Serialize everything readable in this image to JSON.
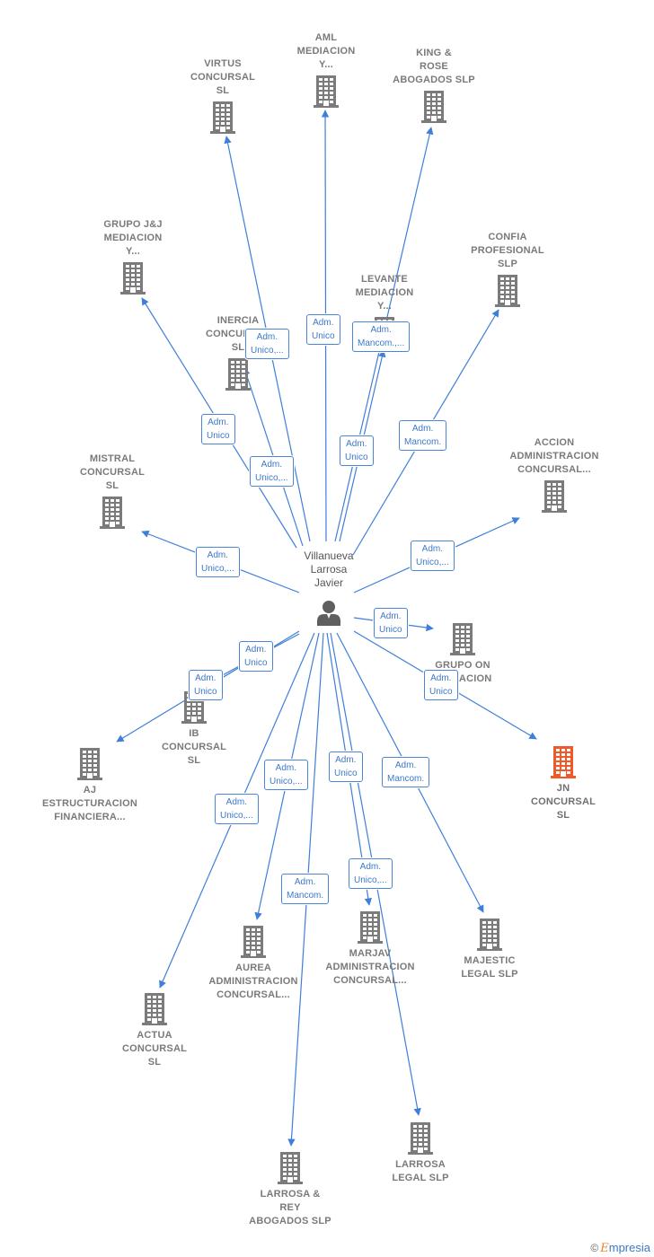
{
  "colors": {
    "edge": "#3f7fd9",
    "building": "#7b7b7b",
    "highlight": "#f05a28",
    "role_text": "#3c78c8"
  },
  "person": {
    "name": "Villanueva\nLarrosa\nJavier",
    "icon": "person-icon"
  },
  "companies": [
    {
      "id": "virtus",
      "name": "VIRTUS\nCONCURSAL\nSL",
      "icon": "building-icon"
    },
    {
      "id": "aml",
      "name": "AML\nMEDIACION\nY...",
      "icon": "building-icon"
    },
    {
      "id": "king",
      "name": "KING &\nROSE\nABOGADOS  SLP",
      "icon": "building-icon"
    },
    {
      "id": "grupojj",
      "name": "GRUPO J&J\nMEDIACION\nY...",
      "icon": "building-icon"
    },
    {
      "id": "confia",
      "name": "CONFIA\nPROFESIONAL\nSLP",
      "icon": "building-icon"
    },
    {
      "id": "levante",
      "name": "LEVANTE\nMEDIACION\nY...",
      "icon": "building-icon"
    },
    {
      "id": "inercia",
      "name": "INERCIA\nCONCURSAL\nSL",
      "icon": "building-icon"
    },
    {
      "id": "accion",
      "name": "ACCION\nADMINISTRACION\nCONCURSAL...",
      "icon": "building-icon"
    },
    {
      "id": "mistral",
      "name": "MISTRAL\nCONCURSAL\nSL",
      "icon": "building-icon"
    },
    {
      "id": "grupoon",
      "name": "GRUPO ON\nMEDIACION",
      "icon": "building-icon"
    },
    {
      "id": "ib",
      "name": "IB\nCONCURSAL\nSL",
      "icon": "building-icon"
    },
    {
      "id": "aj",
      "name": "AJ\nESTRUCTURACION\nFINANCIERA...",
      "icon": "building-icon"
    },
    {
      "id": "jn",
      "name": "JN\nCONCURSAL\nSL",
      "icon": "building-icon",
      "highlight": true
    },
    {
      "id": "aurea",
      "name": "AUREA\nADMINISTRACION\nCONCURSAL...",
      "icon": "building-icon"
    },
    {
      "id": "marjav",
      "name": "MARJAV\nADMINISTRACION\nCONCURSAL...",
      "icon": "building-icon"
    },
    {
      "id": "majestic",
      "name": "MAJESTIC\nLEGAL  SLP",
      "icon": "building-icon"
    },
    {
      "id": "actua",
      "name": "ACTUA\nCONCURSAL\nSL",
      "icon": "building-icon"
    },
    {
      "id": "larrosarey",
      "name": "LARROSA &\nREY\nABOGADOS  SLP",
      "icon": "building-icon"
    },
    {
      "id": "larrosalegal",
      "name": "LARROSA\nLEGAL  SLP",
      "icon": "building-icon"
    }
  ],
  "relations": [
    {
      "to": "virtus",
      "role": "Adm.\nUnico,..."
    },
    {
      "to": "aml",
      "role": "Adm.\nUnico"
    },
    {
      "to": "king",
      "role": "Adm.\nMancom.,..."
    },
    {
      "to": "grupojj",
      "role": "Adm.\nUnico"
    },
    {
      "to": "confia",
      "role": "Adm.\nMancom."
    },
    {
      "to": "levante",
      "role": "Adm.\nUnico"
    },
    {
      "to": "inercia",
      "role": "Adm.\nUnico,..."
    },
    {
      "to": "accion",
      "role": "Adm.\nUnico,..."
    },
    {
      "to": "mistral",
      "role": "Adm.\nUnico,..."
    },
    {
      "to": "grupoon",
      "role": "Adm.\nUnico"
    },
    {
      "to": "ib",
      "role": "Adm.\nUnico"
    },
    {
      "to": "aj",
      "role": "Adm.\nUnico"
    },
    {
      "to": "jn",
      "role": "Adm.\nUnico"
    },
    {
      "to": "aurea",
      "role": "Adm.\nUnico,..."
    },
    {
      "to": "marjav",
      "role": "Adm.\nUnico"
    },
    {
      "to": "majestic",
      "role": "Adm.\nMancom."
    },
    {
      "to": "actua",
      "role": "Adm.\nUnico,..."
    },
    {
      "to": "larrosarey",
      "role": "Adm.\nMancom."
    },
    {
      "to": "larrosalegal",
      "role": "Adm.\nUnico,..."
    }
  ],
  "footer": {
    "copyright": "©",
    "brand_first": "E",
    "brand_rest": "mpresia"
  }
}
